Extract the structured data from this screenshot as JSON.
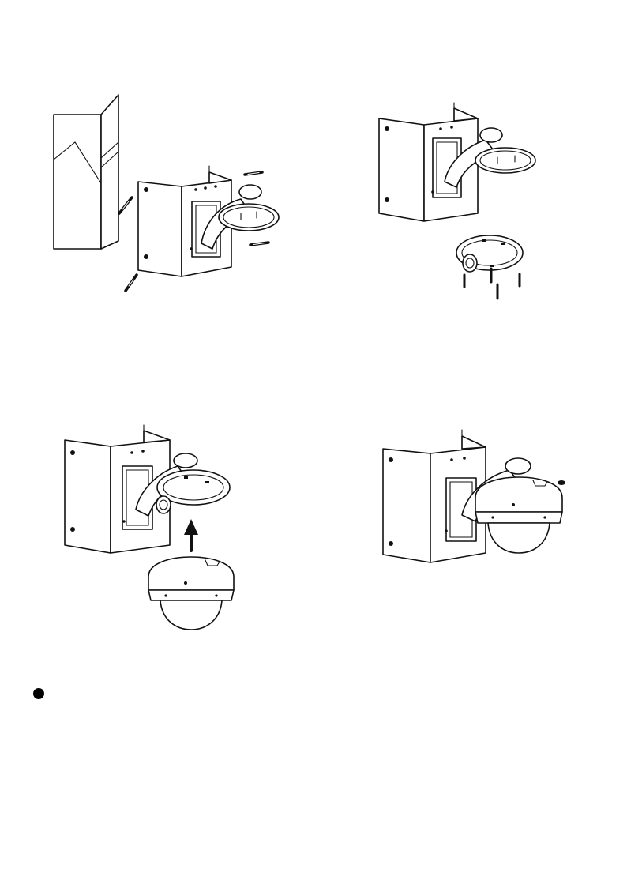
{
  "page": {
    "background": "#ffffff",
    "line_color": "#111111"
  },
  "figures": [
    {
      "id": "step-1",
      "icons": [
        "wall-corner",
        "corner-bracket",
        "screw",
        "screw",
        "screw",
        "screw"
      ]
    },
    {
      "id": "step-2",
      "icons": [
        "corner-bracket",
        "mounting-plate",
        "screw",
        "screw",
        "screw",
        "screw"
      ]
    },
    {
      "id": "step-3",
      "icons": [
        "corner-bracket",
        "dome-camera",
        "up-arrow"
      ]
    },
    {
      "id": "step-4",
      "icons": [
        "corner-bracket",
        "dome-camera",
        "screw"
      ]
    }
  ],
  "bullet": {
    "icon": "bullet-dot-icon"
  }
}
